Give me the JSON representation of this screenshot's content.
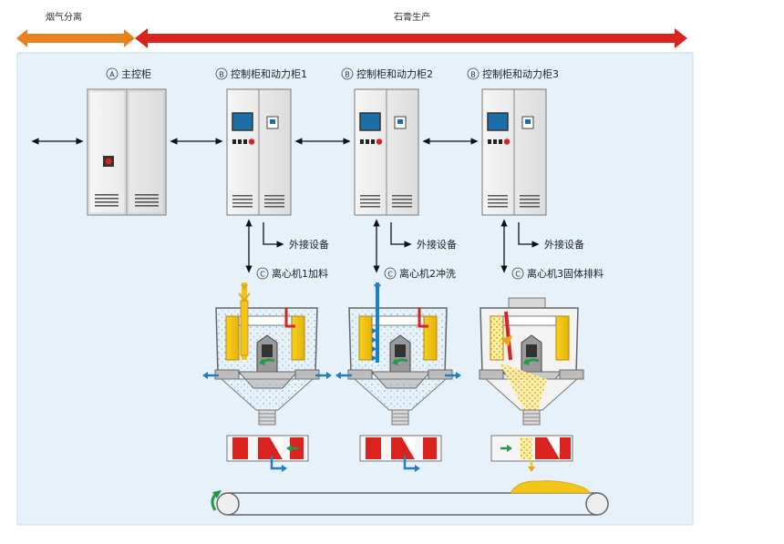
{
  "phases": {
    "flue_gas": "烟气分离",
    "gypsum": "石膏生产"
  },
  "cabinets": {
    "main": {
      "letter": "A",
      "label": "主控柜"
    },
    "control": [
      {
        "letter": "B",
        "label": "控制柜和动力柜1"
      },
      {
        "letter": "B",
        "label": "控制柜和动力柜2"
      },
      {
        "letter": "B",
        "label": "控制柜和动力柜3"
      }
    ]
  },
  "external": [
    "外接设备",
    "外接设备",
    "外接设备"
  ],
  "centrifuges": [
    {
      "letter": "C",
      "label": "离心机1加料"
    },
    {
      "letter": "C",
      "label": "离心机2冲洗"
    },
    {
      "letter": "C",
      "label": "离心机3固体排料"
    }
  ],
  "colors": {
    "panel_bg": "#e6f1fa",
    "arrow_orange": "#e8821e",
    "arrow_red": "#d9231c",
    "flow_blue": "#1f7fc4",
    "gypsum_yellow": "#f4c519",
    "return_green": "#1f9a4a"
  }
}
